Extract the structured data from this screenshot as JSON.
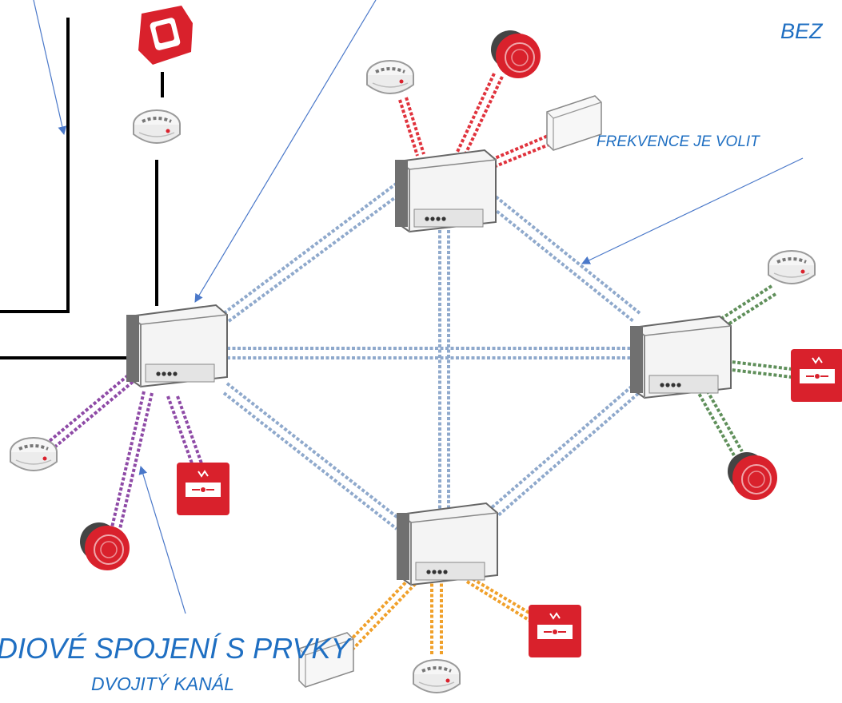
{
  "labels": {
    "bez": "BEZ",
    "frekvence": "FREKVENCE JE VOLIT",
    "radiove": "DIOVÉ SPOJENÍ S PRVKY",
    "dvojity": "DVOJITÝ KANÁL"
  },
  "colors": {
    "label": "#1f6fc2",
    "arrow": "#4a78c9",
    "wired": "#000000",
    "link_mesh": "#8fa9cc",
    "link_top": "#e0323c",
    "link_right": "#5f8f5a",
    "link_left": "#8e4aa6",
    "link_bottom": "#f0a02a",
    "device_red": "#d9212c",
    "module_body": "#f4f4f4",
    "module_edge": "#666666"
  },
  "icons": {
    "module": "wireless-translator-module-icon",
    "smoke_detector": "smoke-detector-icon",
    "sounder": "sounder-icon",
    "call_point": "manual-call-point-icon",
    "io_box": "io-module-icon",
    "beacon": "wall-beacon-icon"
  }
}
